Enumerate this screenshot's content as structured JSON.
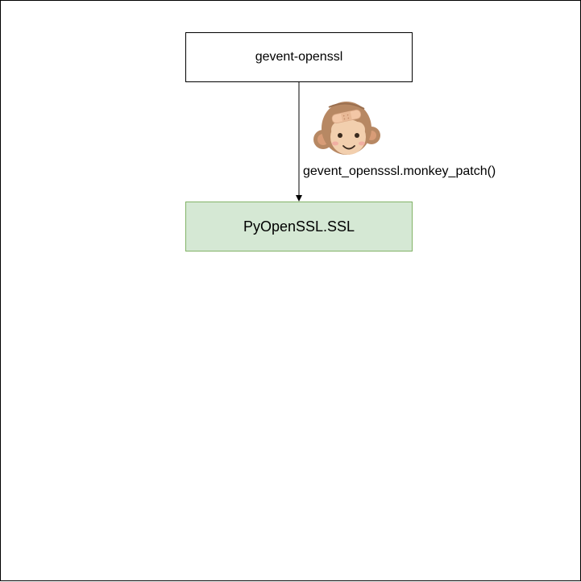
{
  "diagram": {
    "nodes": {
      "top": {
        "label": "gevent-openssl"
      },
      "bottom": {
        "label": "PyOpenSSL.SSL"
      }
    },
    "edge": {
      "label": "gevent_opensssl.monkey_patch()"
    },
    "icon": "monkey-face-bandage-icon",
    "colors": {
      "bottom_fill": "#d5e8d4",
      "bottom_stroke": "#82b366",
      "monkey_fur": "#b78863",
      "monkey_face": "#f2cfae",
      "bandage": "#f3c7a6"
    }
  }
}
